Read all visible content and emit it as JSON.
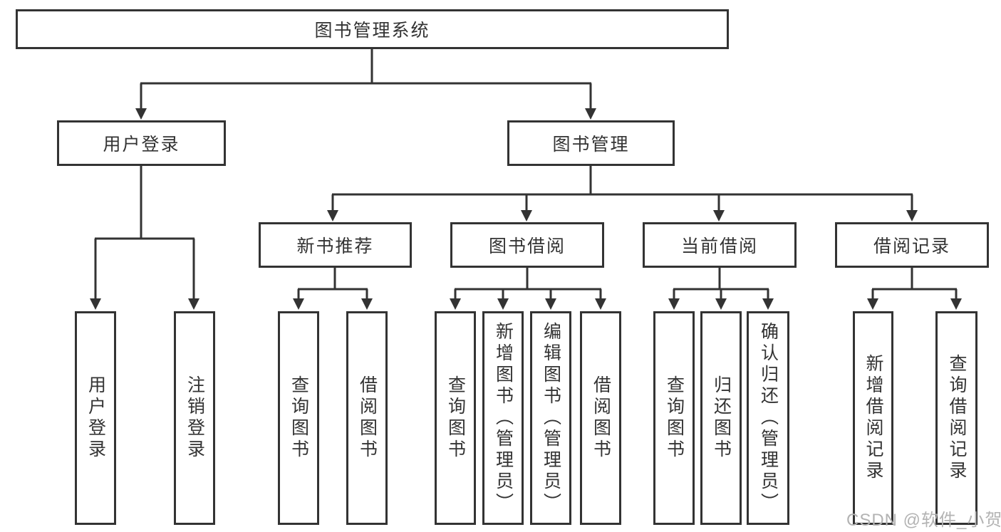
{
  "colors": {
    "line": "#333333",
    "text": "#333333",
    "background": "#ffffff",
    "watermark_text": "#b3b3b3"
  },
  "watermark": {
    "text": "CSDN @软件_小贺同学"
  },
  "tree": {
    "root": {
      "label": "图书管理系统"
    },
    "branches": [
      {
        "label": "用户登录",
        "leaves": [
          {
            "label": "用户登录"
          },
          {
            "label": "注销登录"
          }
        ]
      },
      {
        "label": "图书管理",
        "groups": [
          {
            "label": "新书推荐",
            "leaves": [
              {
                "label": "查询图书"
              },
              {
                "label": "借阅图书"
              }
            ]
          },
          {
            "label": "图书借阅",
            "leaves": [
              {
                "label": "查询图书"
              },
              {
                "label": "新增图书（管理员）"
              },
              {
                "label": "编辑图书（管理员）"
              },
              {
                "label": "借阅图书"
              }
            ]
          },
          {
            "label": "当前借阅",
            "leaves": [
              {
                "label": "查询图书"
              },
              {
                "label": "归还图书"
              },
              {
                "label": "确认归还（管理员）"
              }
            ]
          },
          {
            "label": "借阅记录",
            "leaves": [
              {
                "label": "新增借阅记录"
              },
              {
                "label": "查询借阅记录"
              }
            ]
          }
        ]
      }
    ]
  }
}
